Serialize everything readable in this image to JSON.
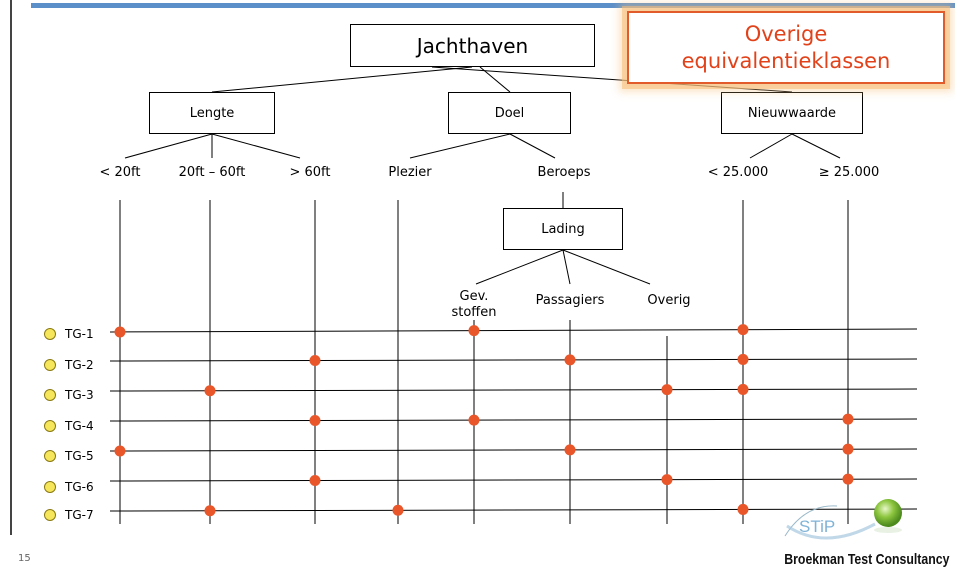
{
  "tree": {
    "root": "Jachthaven",
    "categories": [
      {
        "id": "lengte",
        "label": "Lengte"
      },
      {
        "id": "doel",
        "label": "Doel"
      },
      {
        "id": "nieuwwaarde",
        "label": "Nieuwwaarde"
      }
    ],
    "sub_category": "Lading",
    "columns": [
      {
        "id": "lt20",
        "label": "< 20ft"
      },
      {
        "id": "mid",
        "label": "20ft – 60ft"
      },
      {
        "id": "gt60",
        "label": "> 60ft"
      },
      {
        "id": "plezier",
        "label": "Plezier"
      },
      {
        "id": "gev",
        "label": "Gev.\nstoffen"
      },
      {
        "id": "passagiers",
        "label": "Passagiers"
      },
      {
        "id": "overig",
        "label": "Overig"
      },
      {
        "id": "lt25",
        "label": "< 25.000"
      },
      {
        "id": "ge25",
        "label": "≥ 25.000"
      }
    ],
    "beroeps_label": "Beroeps"
  },
  "test_cases": [
    {
      "id": "TG-1",
      "covers": [
        "lt20",
        "gev",
        "lt25"
      ]
    },
    {
      "id": "TG-2",
      "covers": [
        "gt60",
        "passagiers",
        "lt25"
      ]
    },
    {
      "id": "TG-3",
      "covers": [
        "mid",
        "overig",
        "lt25"
      ]
    },
    {
      "id": "TG-4",
      "covers": [
        "gt60",
        "gev",
        "ge25"
      ]
    },
    {
      "id": "TG-5",
      "covers": [
        "lt20",
        "passagiers",
        "ge25"
      ]
    },
    {
      "id": "TG-6",
      "covers": [
        "gt60",
        "overig",
        "ge25"
      ]
    },
    {
      "id": "TG-7",
      "covers": [
        "mid",
        "plezier",
        "lt25"
      ]
    }
  ],
  "callout": {
    "line1": "Overige",
    "line2": "equivalentieklassen"
  },
  "footer": {
    "page_number": "15",
    "brand": "Broekman Test Consultancy",
    "logo_text": "STiP"
  },
  "colors": {
    "accent_bar": "#5b8fc9",
    "dot": "#e8562a",
    "callout": "#e2421a",
    "tg_dot": "#f5e65c"
  }
}
